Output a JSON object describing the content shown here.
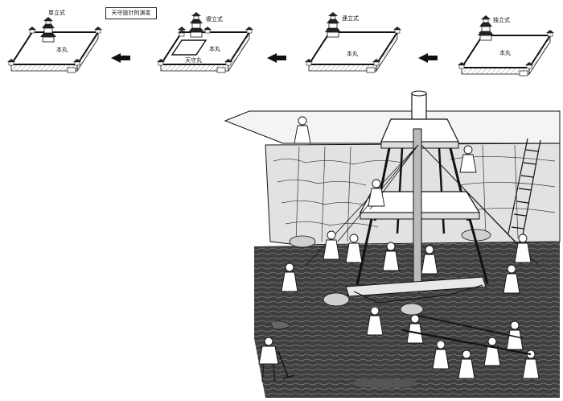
{
  "title": "天守設計的演变",
  "plans": [
    {
      "label": "単立式",
      "compound": "本丸"
    },
    {
      "label": "複立式",
      "compound": "本丸",
      "inner": "天守丸"
    },
    {
      "label": "連立式",
      "compound": "本丸"
    },
    {
      "label": "独立式",
      "compound": "本丸"
    }
  ],
  "colors": {
    "ink": "#111111",
    "water": "#4a4a4a",
    "stone": "#d9d9d9",
    "paper": "#ffffff"
  },
  "icons": [
    "arrow-left-icon",
    "castle-keep-icon",
    "pile-driver-tower-icon"
  ]
}
